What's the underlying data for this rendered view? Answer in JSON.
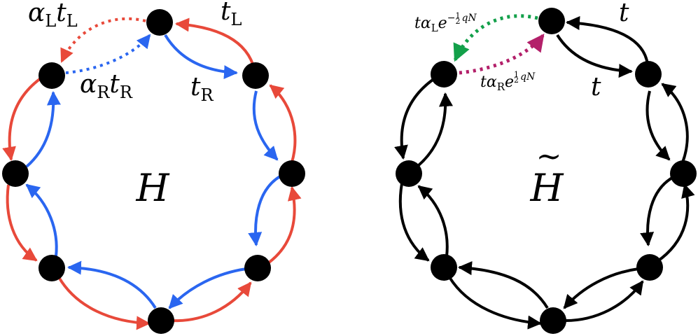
{
  "colors": {
    "node": "#000000",
    "left_counterclockwise": "#e8493a",
    "left_clockwise": "#2a66f0",
    "right_arrows": "#000000",
    "right_boundary_left": "#13a04a",
    "right_boundary_right": "#b3206a"
  },
  "left_panel": {
    "center_label": "H",
    "label_tL": {
      "main": "t",
      "sub": "L"
    },
    "label_tR": {
      "main": "t",
      "sub": "R"
    },
    "label_aLtL": {
      "a": "α",
      "asub": "L",
      "t": "t",
      "tsub": "L"
    },
    "label_aRtR": {
      "a": "α",
      "asub": "R",
      "t": "t",
      "tsub": "R"
    }
  },
  "right_panel": {
    "center_label": "H",
    "center_accent": "~",
    "label_t_top": "t",
    "label_t_right": "t",
    "label_boundary_left": {
      "t": "t",
      "a": "α",
      "asub": "L",
      "e": "e",
      "exp_sign": "−",
      "exp_num": "1",
      "exp_den": "2",
      "exp_rest": "qN"
    },
    "label_boundary_right": {
      "t": "t",
      "a": "α",
      "asub": "R",
      "e": "e",
      "exp_num": "1",
      "exp_den": "2",
      "exp_rest": "qN"
    }
  }
}
